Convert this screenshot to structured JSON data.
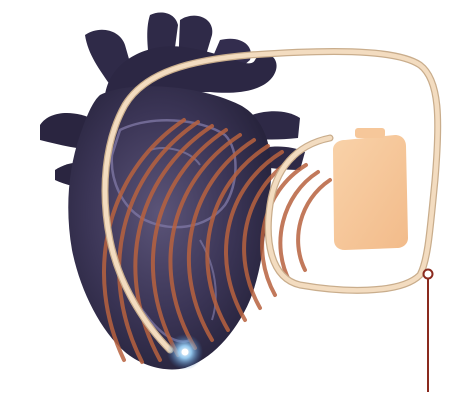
{
  "diagram": {
    "colors": {
      "background": "#ffffff",
      "heart_dark": "#2b2746",
      "heart_mid": "#4a4468",
      "heart_highlight": "#8c86b0",
      "lead_wire": "#f3dcc0",
      "lead_wire_edge": "#c9ad8c",
      "device_body": "#f6c79a",
      "waves": "#b8623f",
      "pointer_line": "#8a2a1e",
      "electrode_glow": "#9fd8ff"
    },
    "elements": {
      "heart": "heart-illustration",
      "lead": "pacing-lead-wire",
      "device": "implanted-device",
      "signal": "wireless-signal-waves",
      "tip": "electrode-tip-glow",
      "pointer": "callout-pointer-line"
    }
  }
}
